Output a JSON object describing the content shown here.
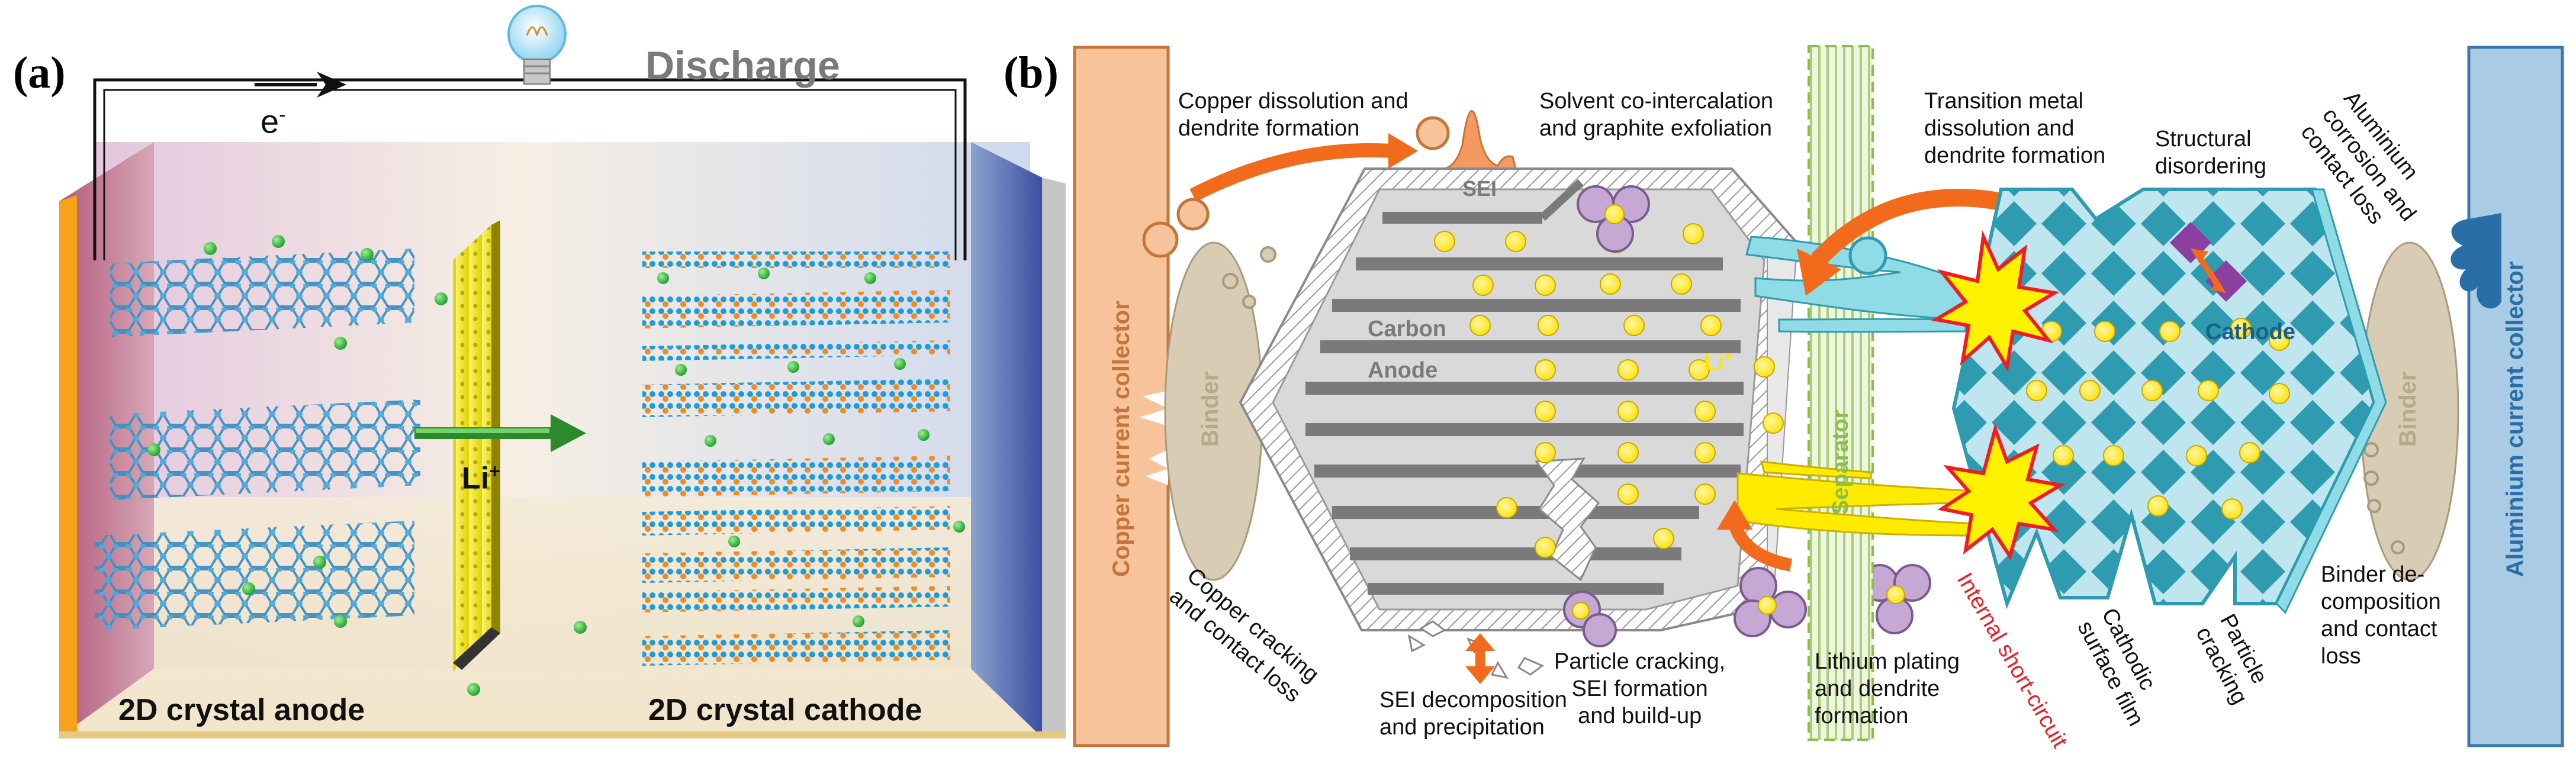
{
  "panel_a": {
    "label": "(a)",
    "mode_label": "Discharge",
    "electron_label": "e",
    "electron_sup": "-",
    "ion_label": "Li",
    "ion_sup": "+",
    "anode_label": "2D crystal anode",
    "cathode_label": "2D crystal cathode",
    "icons": [
      "light-bulb-icon",
      "electron-flow-arrow-icon",
      "ion-flow-arrow-icon"
    ]
  },
  "panel_b": {
    "label": "(b)",
    "copper_collector": "Copper current collector",
    "aluminium_collector": "Aluminium current collector",
    "binder": "Binder",
    "separator": "Separator",
    "sei": "SEI",
    "anode_line1": "Carbon",
    "anode_line2": "Anode",
    "li_ion": "Li",
    "li_ion_sup": "+",
    "cathode": "Cathode",
    "copper_dissolution": "Copper dissolution and\ndendrite formation",
    "solvent_cointercalation": "Solvent co-intercalation\nand graphite exfoliation",
    "tm_dissolution": "Transition metal\ndissolution and\ndendrite formation",
    "structural_disordering": "Structural\ndisordering",
    "aluminium_corrosion": "Aluminium\ncorrosion and\ncontact loss",
    "copper_cracking": "Copper cracking\nand contact loss",
    "sei_decomposition": "SEI decomposition\nand precipitation",
    "particle_cracking_sei": "Particle cracking,\nSEI formation\nand build-up",
    "lithium_plating": "Lithium plating\nand dendrite\nformation",
    "internal_short": "Internal short-circuit",
    "cathodic_film": "Cathodic\nsurface film",
    "particle_cracking": "Particle\ncracking",
    "binder_decomposition": "Binder de-\ncomposition\nand contact\nloss"
  },
  "colors": {
    "copper": "#f7c39a",
    "copper_edge": "#c5743a",
    "aluminium": "#a9cbe3",
    "aluminium_edge": "#3a78ad",
    "arrow_orange": "#f26a1b",
    "particle_yellow": "#ffe600",
    "dendrite_blue": "#8fdbe6",
    "cathode_teal": "#2e9bb0",
    "short_circuit_red": "#ee1c24",
    "separator_green": "#8cbf4a",
    "binder_tan": "#d8ccb4",
    "graphite_gray": "#7a7a7a",
    "purple": "#c6a8d4"
  }
}
